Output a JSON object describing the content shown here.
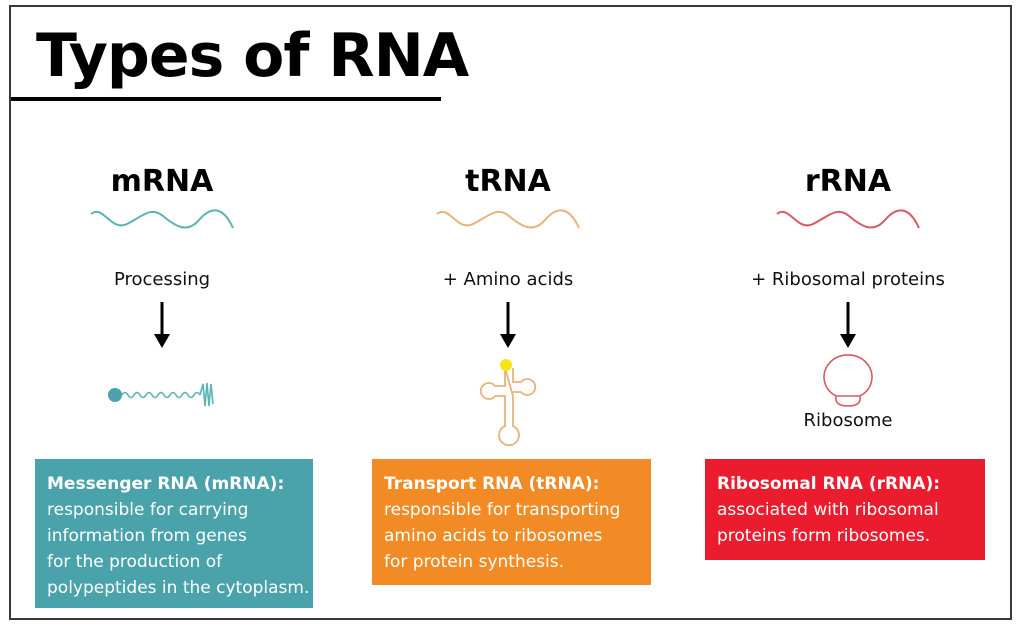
{
  "title": "Types of RNA",
  "colors": {
    "mrna": "#4aa3aa",
    "trna": "#f28b25",
    "rrna": "#ea1c2d",
    "mrna_line": "#5bb3b3",
    "trna_line": "#e8b27a",
    "rrna_line": "#d85a64",
    "amino_dot": "#f7e417"
  },
  "columns": [
    {
      "name": "mRNA",
      "step": "Processing",
      "product_icon": "processed-mrna-icon",
      "product_label": null,
      "box": {
        "heading": "Messenger RNA (mRNA):",
        "lines": [
          "responsible for carrying",
          "information from genes",
          "for the production of",
          "polypeptides in the cytoplasm."
        ]
      }
    },
    {
      "name": "tRNA",
      "step": "+ Amino acids",
      "product_icon": "trna-cloverleaf-icon",
      "product_label": null,
      "box": {
        "heading": "Transport RNA (tRNA):",
        "lines": [
          "responsible for transporting",
          "amino acids to ribosomes",
          "for protein synthesis."
        ]
      }
    },
    {
      "name": "rRNA",
      "step": "+ Ribosomal proteins",
      "product_icon": "ribosome-icon",
      "product_label": "Ribosome",
      "box": {
        "heading": "Ribosomal RNA (rRNA):",
        "lines": [
          "associated with ribosomal",
          "proteins form ribosomes."
        ]
      }
    }
  ]
}
